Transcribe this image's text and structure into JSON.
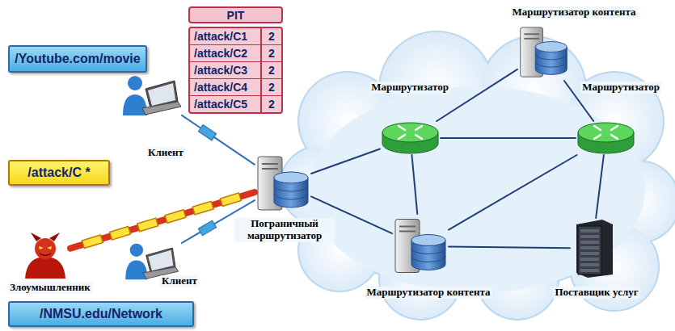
{
  "diagram": {
    "nodes": [
      {
        "text": [
          "PIT"
        ]
      },
      {
        "text": [
          "Маршрутизатор контента"
        ]
      },
      {
        "text": [
          "/Youtube.com/movie"
        ]
      },
      {
        "text": [
          "Маршрутизатор"
        ]
      },
      {
        "text": [
          "Маршрутизатор"
        ]
      },
      {
        "text": [
          "Клиент"
        ]
      },
      {
        "text": [
          "/attack/C *"
        ]
      },
      {
        "text": [
          "Пограничный маршрутизатор"
        ]
      },
      {
        "text": [
          "Злоумышленник"
        ]
      },
      {
        "text": [
          "Клиент"
        ]
      },
      {
        "text": [
          "Маршрутизатор контента"
        ]
      },
      {
        "text": [
          "Поставщик услуг"
        ]
      },
      {
        "text": [
          "/NMSU.edu/Network"
        ]
      }
    ],
    "edges": [
      {
        "from": 5,
        "to": 7,
        "arrow": "none"
      },
      {
        "from": 8,
        "to": 7,
        "arrow": "none"
      },
      {
        "from": 9,
        "to": 7,
        "arrow": "none"
      },
      {
        "from": 7,
        "to": 3,
        "arrow": "none"
      },
      {
        "from": 7,
        "to": 10,
        "arrow": "none"
      },
      {
        "from": 3,
        "to": 1,
        "arrow": "none"
      },
      {
        "from": 3,
        "to": 4,
        "arrow": "none"
      },
      {
        "from": 3,
        "to": 10,
        "arrow": "none"
      },
      {
        "from": 1,
        "to": 4,
        "arrow": "none"
      },
      {
        "from": 4,
        "to": 10,
        "arrow": "none"
      },
      {
        "from": 4,
        "to": 11,
        "arrow": "none"
      },
      {
        "from": 10,
        "to": 11,
        "arrow": "none"
      }
    ],
    "labels": [
      "/attack/C1",
      "2",
      "/attack/C2",
      "2",
      "/attack/C3",
      "2",
      "/attack/C4",
      "2",
      "/attack/C5",
      "2"
    ]
  }
}
